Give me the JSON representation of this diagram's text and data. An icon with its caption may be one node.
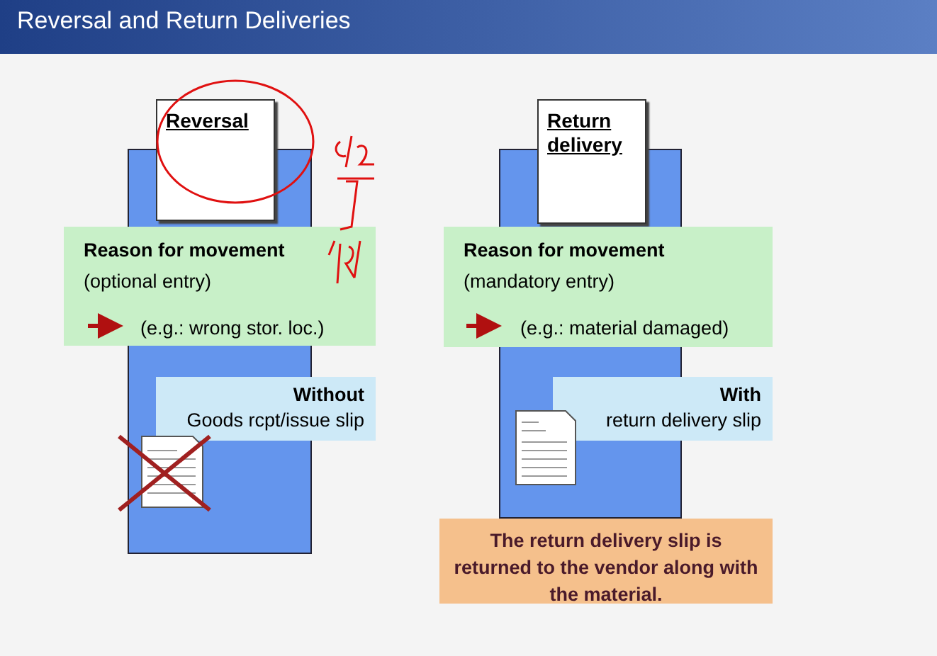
{
  "diagram": {
    "title": "Reversal and Return Deliveries",
    "nodes": [
      {
        "text": [
          "Reversal"
        ]
      },
      {
        "text": [
          "Reason for movement",
          "(optional entry)",
          "(e.g.: wrong stor. loc.)"
        ]
      },
      {
        "text": [
          "Without",
          "Goods rcpt/issue slip"
        ]
      },
      {
        "text": [
          "Return delivery"
        ]
      },
      {
        "text": [
          "Reason for movement",
          "(mandatory entry)",
          "(e.g.: material damaged)"
        ]
      },
      {
        "text": [
          "With",
          "return delivery slip"
        ]
      },
      {
        "text": [
          "The return delivery slip is returned to the vendor along with the material."
        ]
      }
    ]
  }
}
